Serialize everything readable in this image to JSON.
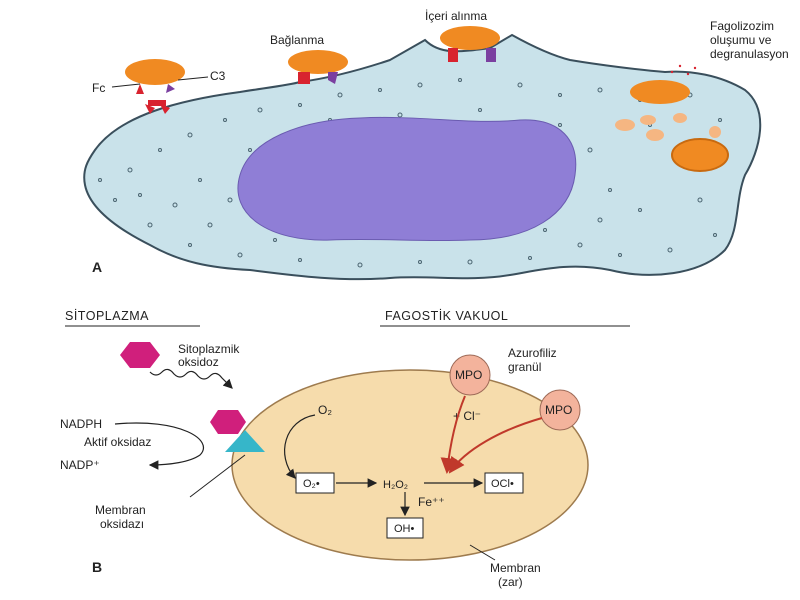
{
  "panel_a": {
    "letter": "A",
    "labels": {
      "binding": "Bağlanma",
      "ingestion": "İçeri alınma",
      "phagolysosome_line1": "Fagolizozim",
      "phagolysosome_line2": "oluşumu ve",
      "phagolysosome_line3": "degranulasyon",
      "fc": "Fc",
      "c3": "C3"
    }
  },
  "panel_b": {
    "letter": "B",
    "headers": {
      "cytoplasm": "SİTOPLAZMA",
      "vacuole": "FAGOSTİK VAKUOL"
    },
    "labels": {
      "cyto_oxidase_line1": "Sitoplazmik",
      "cyto_oxidase_line2": "oksidoz",
      "nadph": "NADPH",
      "active_oxidase": "Aktif oksidaz",
      "nadp": "NADP⁺",
      "membrane_oxidase_line1": "Membran",
      "membrane_oxidase_line2": "oksidazı",
      "o2": "O₂",
      "azuro_line1": "Azurofiliz",
      "azuro_line2": "granül",
      "mpo": "MPO",
      "cl": "+ Cl⁻",
      "superoxide": "O₂•",
      "h2o2": "H₂O₂",
      "ocl": "OCl•",
      "fe": "Fe⁺⁺",
      "oh": "OH•",
      "membrane_line1": "Membran",
      "membrane_line2": "(zar)"
    }
  },
  "colors": {
    "cell_fill": "#c9e2ea",
    "cell_stroke": "#3a4f5c",
    "nucleus": "#8f7ed6",
    "particle": "#f08a22",
    "fc_red": "#d8232f",
    "c3_purple": "#7a3fa0",
    "vacuole_fill": "#f6dcac",
    "vacuole_stroke": "#9e7b4e",
    "mpo_fill": "#f3b39c",
    "hexagon": "#d01f7c",
    "triangle": "#36b6c9"
  }
}
